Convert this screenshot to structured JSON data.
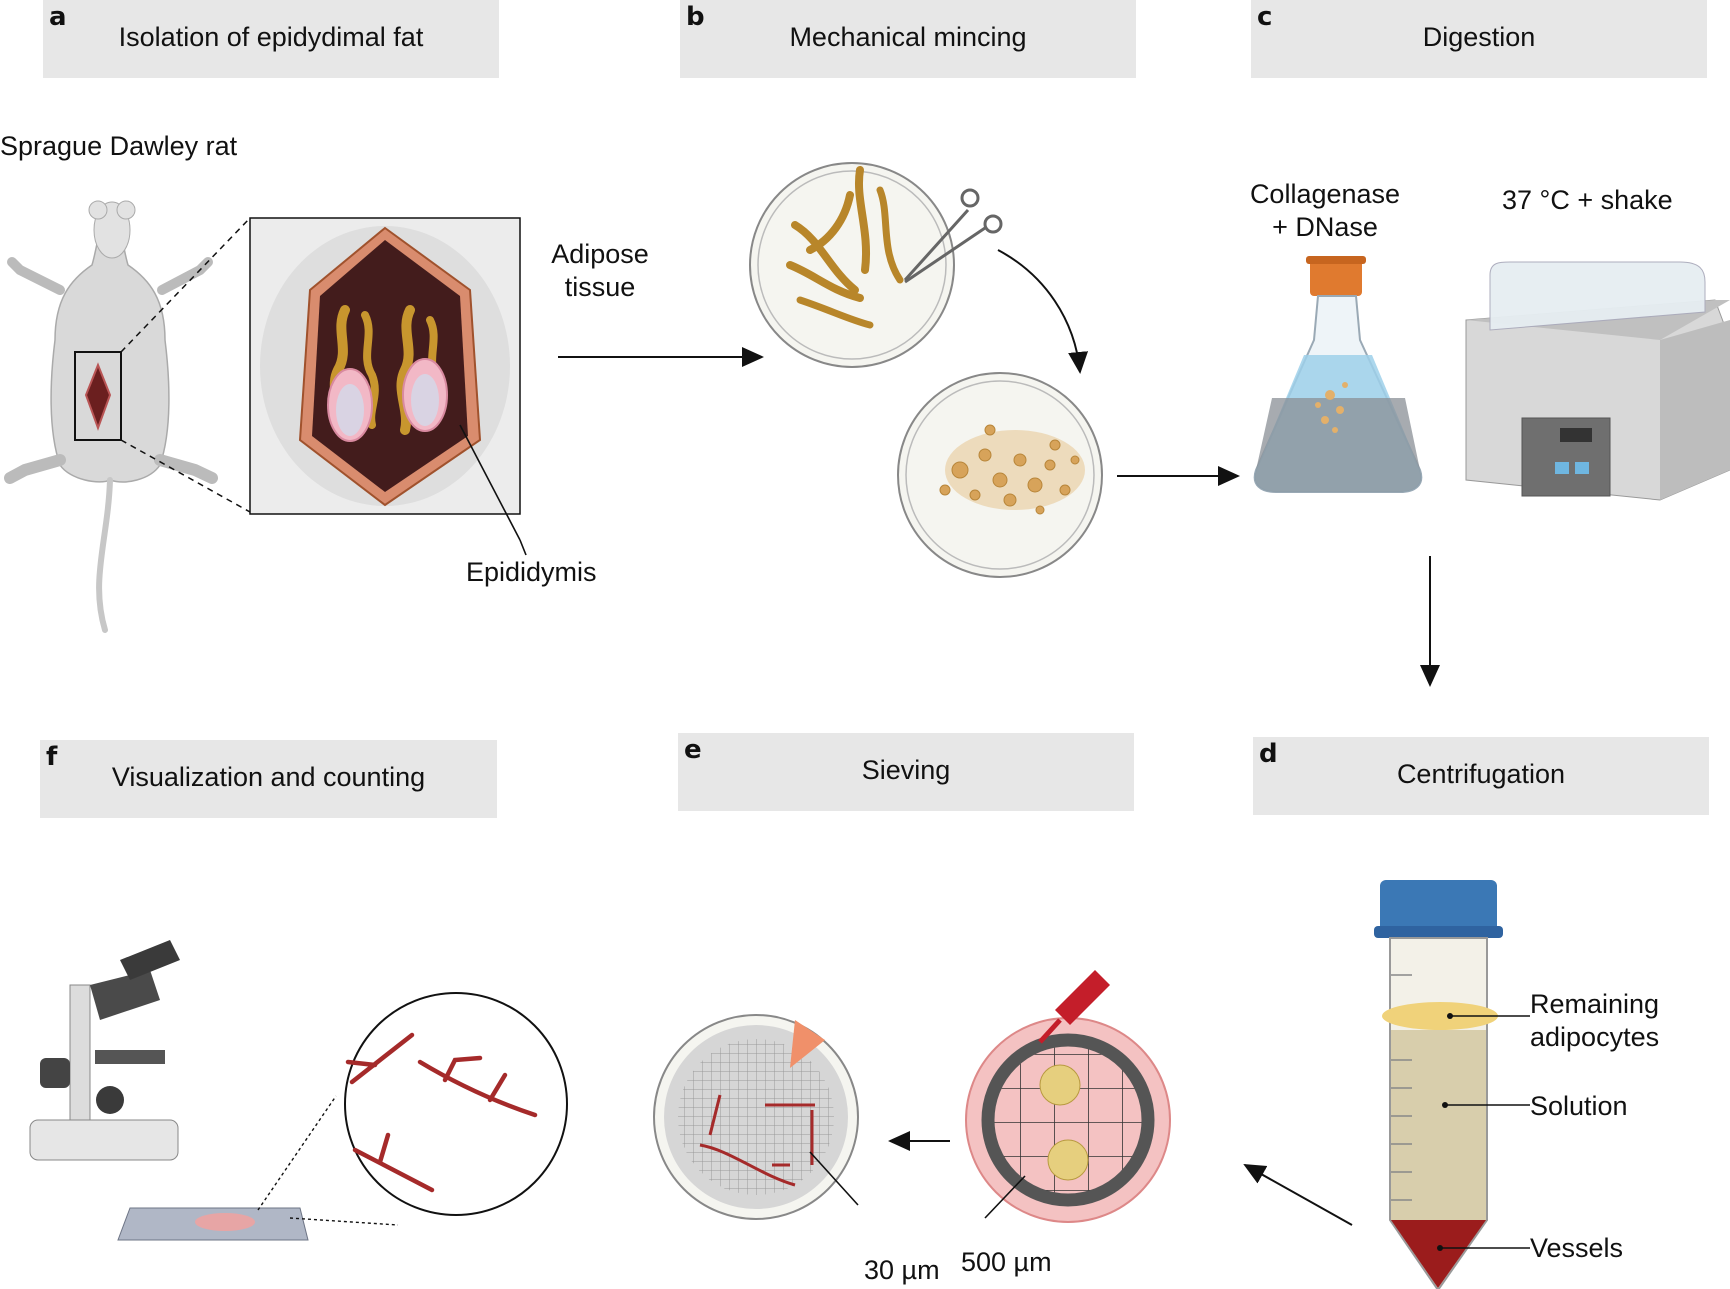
{
  "panels": {
    "a": {
      "letter": "a",
      "title": "Isolation of epidydimal fat"
    },
    "b": {
      "letter": "b",
      "title": "Mechanical mincing"
    },
    "c": {
      "letter": "c",
      "title": "Digestion"
    },
    "d": {
      "letter": "d",
      "title": "Centrifugation"
    },
    "e": {
      "letter": "e",
      "title": "Sieving"
    },
    "f": {
      "letter": "f",
      "title": "Visualization and counting"
    }
  },
  "labels": {
    "rat": "Sprague Dawley rat",
    "adipose_line1": "Adipose",
    "adipose_line2": "tissue",
    "epididymis": "Epididymis",
    "enzyme_line1": "Collagenase",
    "enzyme_line2": "+ DNase",
    "incubation": "37 °C + shake",
    "remaining_line1": "Remaining",
    "remaining_line2": "adipocytes",
    "solution": "Solution",
    "vessels": "Vessels",
    "mesh_30": "30 µm",
    "mesh_500": "500 µm"
  },
  "colors": {
    "header_bg": "#e7e7e7",
    "fat": "#c8962e",
    "vessel_red": "#a52a2a",
    "cap_blue": "#3b78b5",
    "cap_orange": "#e07a2f",
    "pink_dish": "#f4c2c2"
  }
}
